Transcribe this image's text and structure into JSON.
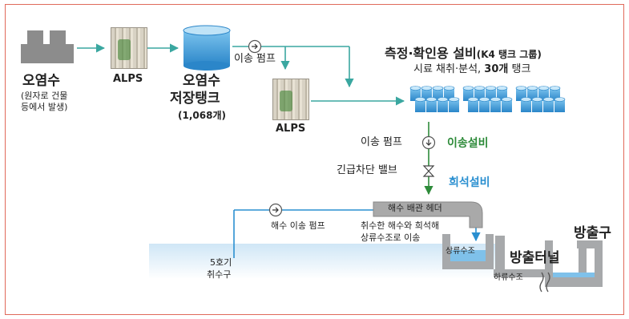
{
  "nodes": {
    "source": {
      "title": "오염수",
      "note_line1": "(원자로 건물",
      "note_line2": "등에서 발생)"
    },
    "alps1": {
      "label": "ALPS"
    },
    "storage": {
      "line1": "오염수",
      "line2": "저장탱크",
      "count": "(1,068개)"
    },
    "transfer_pump_top": {
      "label": "이송 펌프"
    },
    "alps2": {
      "label": "ALPS"
    },
    "measure": {
      "title": "측정·확인용 설비",
      "title_sub": "(K4 탱크 그룹)",
      "sub_prefix": "시료 채취·분석, ",
      "sub_bold": "30개",
      "sub_suffix": " 탱크"
    },
    "transfer_pump_mid": {
      "label": "이송 펌프"
    },
    "transfer_equipment": {
      "label": "이송설비"
    },
    "shutoff_valve": {
      "label": "긴급차단 밸브"
    },
    "dilution_equipment": {
      "label": "희석설비"
    },
    "header": {
      "label": "해수 배관 헤더"
    },
    "seawater_pump": {
      "label": "해수 이송 펌프"
    },
    "mix_note": {
      "line1": "취수한 해수와 희석해",
      "line2": "상류수조로 이송"
    },
    "intake": {
      "line1": "5호기",
      "line2": "취수구"
    },
    "upstream_tank": {
      "label": "상류수조"
    },
    "downstream_tank": {
      "label": "하류수조"
    },
    "tunnel": {
      "label": "방출터널"
    },
    "outlet": {
      "label": "방출구"
    }
  },
  "colors": {
    "flow": "#3aa7a0",
    "green": "#2e8b3a",
    "blue": "#2a8fd0",
    "tank": "#4aa3df",
    "frame": "#e06a5b"
  }
}
